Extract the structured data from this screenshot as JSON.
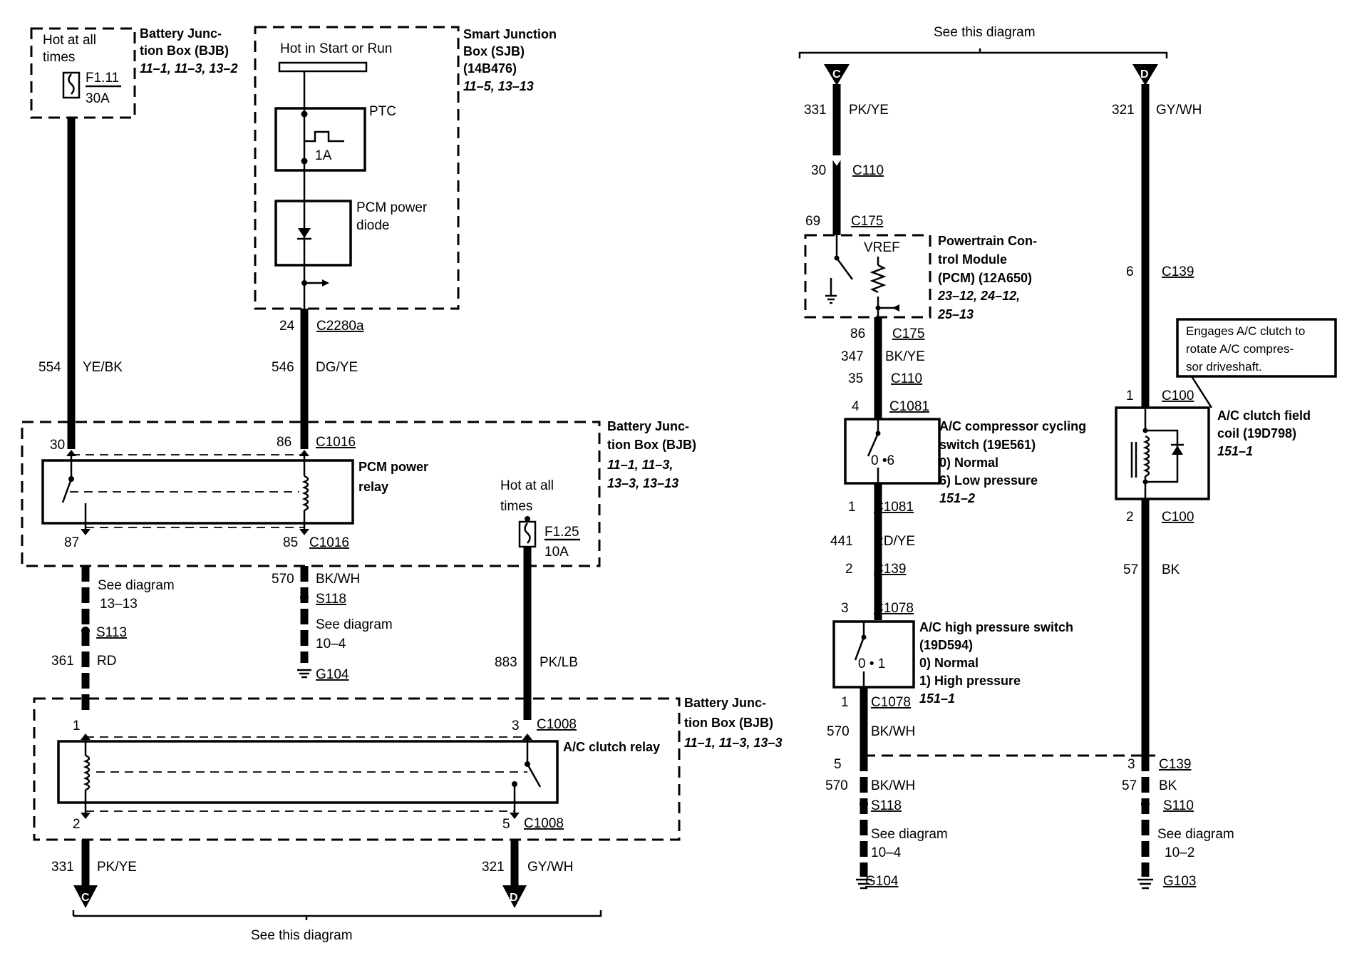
{
  "top_left": {
    "hot_at_all_times": [
      "Hot at all",
      "times"
    ],
    "fuse_f111": {
      "id": "F1.11",
      "rating": "30A"
    },
    "bjb_title": [
      "Battery Junc-",
      "tion Box (BJB)"
    ],
    "bjb_refs": "11–1, 11–3, 13–2",
    "hot_in_start": "Hot in Start or Run",
    "ptc": "PTC",
    "ptc_rating": "1A",
    "pcm_power_diode": [
      "PCM power",
      "diode"
    ],
    "sjb_title": [
      "Smart Junction",
      "Box (SJB)",
      "(14B476)"
    ],
    "sjb_refs": "11–5, 13–13"
  },
  "wires_left": {
    "c2280a_pin": "24",
    "c2280a": "C2280a",
    "w554": "554",
    "w554_color": "YE/BK",
    "w546": "546",
    "w546_color": "DG/YE"
  },
  "pcm_relay_box": {
    "pin30": "30",
    "pin86": "86",
    "c1016_top": "C1016",
    "relay_label": [
      "PCM power",
      "relay"
    ],
    "bjb_title": [
      "Battery Junc-",
      "tion Box (BJB)"
    ],
    "bjb_refs": [
      "11–1, 11–3,",
      "13–3, 13–13"
    ],
    "hot_at_all_times": [
      "Hot at all",
      "times"
    ],
    "fuse_f125": {
      "id": "F1.25",
      "rating": "10A"
    },
    "pin87": "87",
    "pin85": "85",
    "c1016_bottom": "C1016"
  },
  "mid_left": {
    "w570": "570",
    "w570_color": "BK/WH",
    "s118": "S118",
    "see_diagram_10_4": [
      "See diagram",
      "10–4"
    ],
    "g104": "G104",
    "see_diagram_13_13": [
      "See diagram",
      "13–13"
    ],
    "s113": "S113",
    "w361": "361",
    "w361_color": "RD",
    "w883": "883",
    "w883_color": "PK/LB"
  },
  "ac_clutch_relay_box": {
    "pin1": "1",
    "pin3": "3",
    "c1008_top": "C1008",
    "relay_label": "A/C clutch relay",
    "bjb_title": [
      "Battery Junc-",
      "tion Box (BJB)"
    ],
    "bjb_refs": "11–1, 11–3, 13–3",
    "pin2": "2",
    "pin5": "5",
    "c1008_bottom": "C1008"
  },
  "bottom_left": {
    "w331": "331",
    "w331_color": "PK/YE",
    "w321": "321",
    "w321_color": "GY/WH",
    "conn_c": "C",
    "conn_d": "D",
    "see_this_diagram": "See this diagram"
  },
  "right_top": {
    "see_this_diagram": "See this diagram",
    "conn_c": "C",
    "conn_d": "D",
    "w331": "331",
    "w331_color": "PK/YE",
    "w321": "321",
    "w321_color": "GY/WH",
    "c110_pin": "30",
    "c110": "C110",
    "c175_pin": "69",
    "c175": "C175",
    "vref": "VREF",
    "pcm_title": [
      "Powertrain Con-",
      "trol Module",
      "(PCM) (12A650)"
    ],
    "pcm_refs": [
      "23–12, 24–12,",
      "25–13"
    ],
    "c139_pin": "6",
    "c139": "C139",
    "engages_note": [
      "Engages A/C clutch to",
      "rotate A/C compres-",
      "sor driveshaft."
    ]
  },
  "right_mid": {
    "c175b_pin": "86",
    "c175b": "C175",
    "w347": "347",
    "w347_color": "BK/YE",
    "c110b_pin": "35",
    "c110b": "C110",
    "c1081_pin": "4",
    "c1081": "C1081",
    "cycling_title": [
      "A/C compressor cycling",
      "switch (19E561)"
    ],
    "cycling_states": [
      "0)    Normal",
      "6)    Low pressure"
    ],
    "cycling_ref": "151–2",
    "cycling_contacts": "0 •6",
    "c100_pin": "1",
    "c100": "C100",
    "clutch_title": [
      "A/C clutch field",
      "coil (19D798)"
    ],
    "clutch_ref": "151–1",
    "c100b_pin": "2",
    "c100b": "C100",
    "c1081b_pin": "1",
    "c1081b": "C1081",
    "w441": "441",
    "w441_color": "RD/YE",
    "w57": "57",
    "w57_color": "BK",
    "c139b_pin": "2",
    "c139b": "C139"
  },
  "right_bottom": {
    "c1078_pin": "3",
    "c1078": "C1078",
    "hp_title": [
      "A/C high pressure switch",
      "(19D594)"
    ],
    "hp_states": [
      "0)    Normal",
      "1)    High pressure"
    ],
    "hp_ref": "151–1",
    "hp_contacts": "0 • 1",
    "c1078b_pin": "1",
    "c1078b": "C1078",
    "w570": "570",
    "w570_color": "BK/WH",
    "j5_pin": "5",
    "w570b": "570",
    "w570b_color": "BK/WH",
    "s118": "S118",
    "see_diagram_10_4": [
      "See diagram",
      "10–4"
    ],
    "g104": "G104",
    "c139c_pin": "3",
    "c139c": "C139",
    "w57b": "57",
    "w57b_color": "BK",
    "s110": "S110",
    "see_diagram_10_2": [
      "See diagram",
      "10–2"
    ],
    "g103": "G103"
  }
}
